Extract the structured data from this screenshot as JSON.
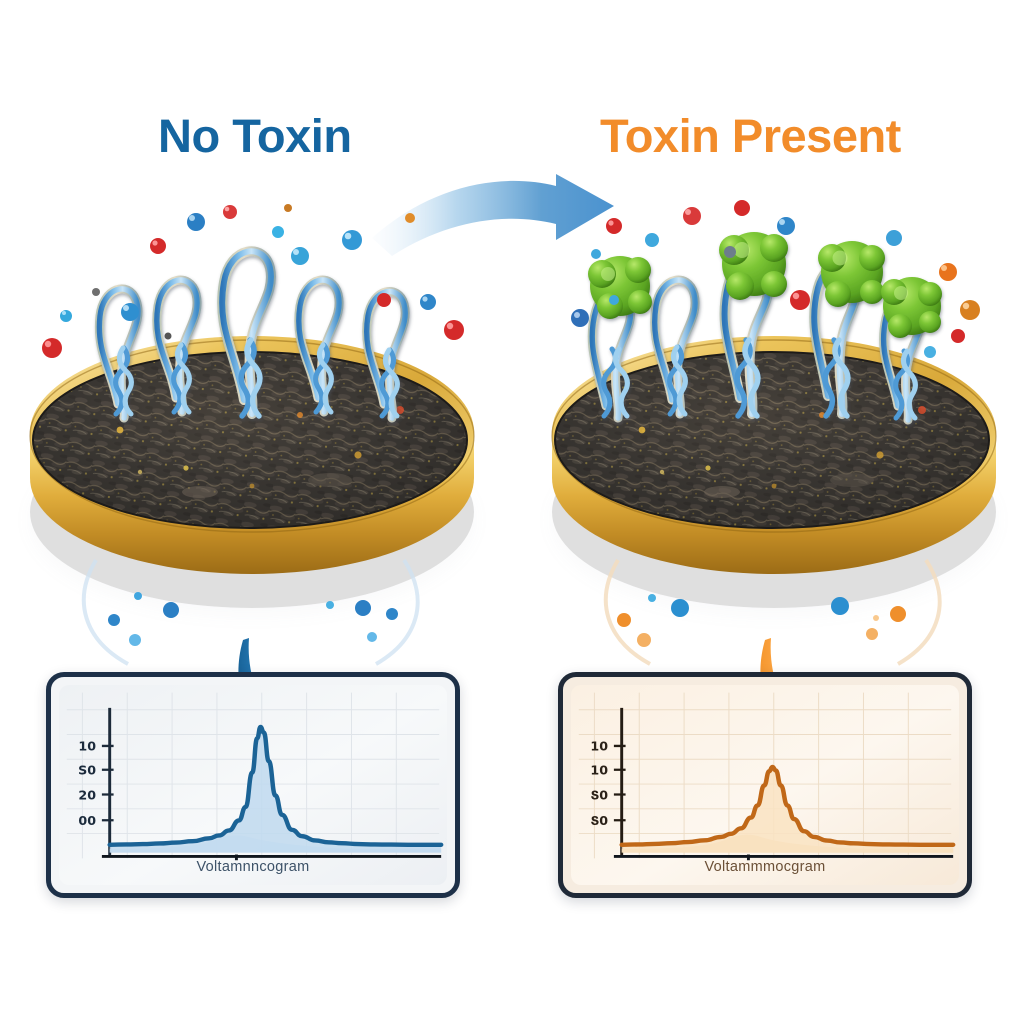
{
  "figure": {
    "kind": "aptasensor-schematic",
    "background_color": "#ffffff"
  },
  "panels": {
    "left": {
      "title": "No Toxin",
      "title_color": "#1565a0",
      "accent_color": "#1b6396",
      "state": "unbound",
      "electrode": {
        "rim_color": "#d9a93a",
        "surface_color": "#3a3a3a",
        "aptamer_color": "#63a7dd",
        "aptamer_count": 5,
        "toxin_count": 0
      }
    },
    "right": {
      "title": "Toxin Present",
      "title_color": "#f28c2a",
      "accent_color": "#c06818",
      "state": "bound",
      "electrode": {
        "rim_color": "#d9a93a",
        "surface_color": "#3a3a3a",
        "aptamer_color": "#63a7dd",
        "toxin_color": "#6cb82e",
        "aptamer_count": 5,
        "toxin_count": 4
      }
    }
  },
  "arrows": {
    "transition": {
      "name": "curved-transition-arrow",
      "direction": "left-to-right",
      "color": "#4a92cf"
    },
    "left_down": {
      "name": "down-arrow-left",
      "direction": "down",
      "color": "#1a6296"
    },
    "right_down": {
      "name": "down-arrow-right",
      "direction": "down",
      "color": "#f28c2a"
    }
  },
  "chart_data": [
    {
      "type": "line",
      "id": "voltammogram-no-toxin",
      "title": "",
      "xlabel": "Voltamnncogram",
      "ylabel": "",
      "grid": true,
      "legend": null,
      "line_color": "#1b6396",
      "fill_color": "#bfd9ef",
      "panel_background": "#eef1f4",
      "ytick_labels": [
        "10",
        "S0",
        "20",
        "00"
      ],
      "ytick_positions": [
        0.78,
        0.59,
        0.4,
        0.21
      ],
      "xlim": [
        0,
        1
      ],
      "ylim": [
        0,
        1
      ],
      "peak_center": 0.455,
      "peak_height": 0.88,
      "peak_width": 0.052,
      "baseline": 0.055,
      "x": [
        0.0,
        0.05,
        0.1,
        0.15,
        0.2,
        0.25,
        0.3,
        0.33,
        0.36,
        0.39,
        0.41,
        0.43,
        0.445,
        0.455,
        0.465,
        0.48,
        0.5,
        0.52,
        0.55,
        0.58,
        0.62,
        0.66,
        0.7,
        0.75,
        0.8,
        0.85,
        0.9,
        0.95,
        1.0
      ],
      "y": [
        0.055,
        0.057,
        0.06,
        0.064,
        0.07,
        0.08,
        0.1,
        0.12,
        0.155,
        0.225,
        0.32,
        0.56,
        0.8,
        0.88,
        0.84,
        0.64,
        0.4,
        0.265,
        0.16,
        0.115,
        0.085,
        0.072,
        0.066,
        0.06,
        0.057,
        0.056,
        0.055,
        0.055,
        0.055
      ]
    },
    {
      "type": "line",
      "id": "voltammogram-toxin-present",
      "title": "",
      "xlabel": "Voltammmocgram",
      "ylabel": "",
      "grid": true,
      "legend": null,
      "line_color": "#c06818",
      "fill_color": "#f7dcb6",
      "panel_background": "#fbf0e2",
      "ytick_labels": [
        "10",
        "10",
        "Տ0",
        "Տ0"
      ],
      "ytick_positions": [
        0.78,
        0.59,
        0.4,
        0.21
      ],
      "xlim": [
        0,
        1
      ],
      "ylim": [
        0,
        1
      ],
      "peak_center": 0.455,
      "peak_height": 0.6,
      "peak_width": 0.06,
      "baseline": 0.055,
      "x": [
        0.0,
        0.05,
        0.1,
        0.15,
        0.2,
        0.25,
        0.3,
        0.33,
        0.36,
        0.39,
        0.41,
        0.43,
        0.445,
        0.455,
        0.465,
        0.48,
        0.5,
        0.52,
        0.55,
        0.58,
        0.62,
        0.66,
        0.7,
        0.75,
        0.8,
        0.85,
        0.9,
        0.95,
        1.0
      ],
      "y": [
        0.055,
        0.057,
        0.061,
        0.066,
        0.074,
        0.086,
        0.11,
        0.132,
        0.17,
        0.245,
        0.33,
        0.47,
        0.57,
        0.6,
        0.575,
        0.47,
        0.33,
        0.235,
        0.15,
        0.11,
        0.084,
        0.071,
        0.065,
        0.06,
        0.057,
        0.056,
        0.055,
        0.055,
        0.055
      ]
    }
  ],
  "captions": {
    "left": "Voltamnncogram",
    "right": "Voltammmocgram"
  }
}
